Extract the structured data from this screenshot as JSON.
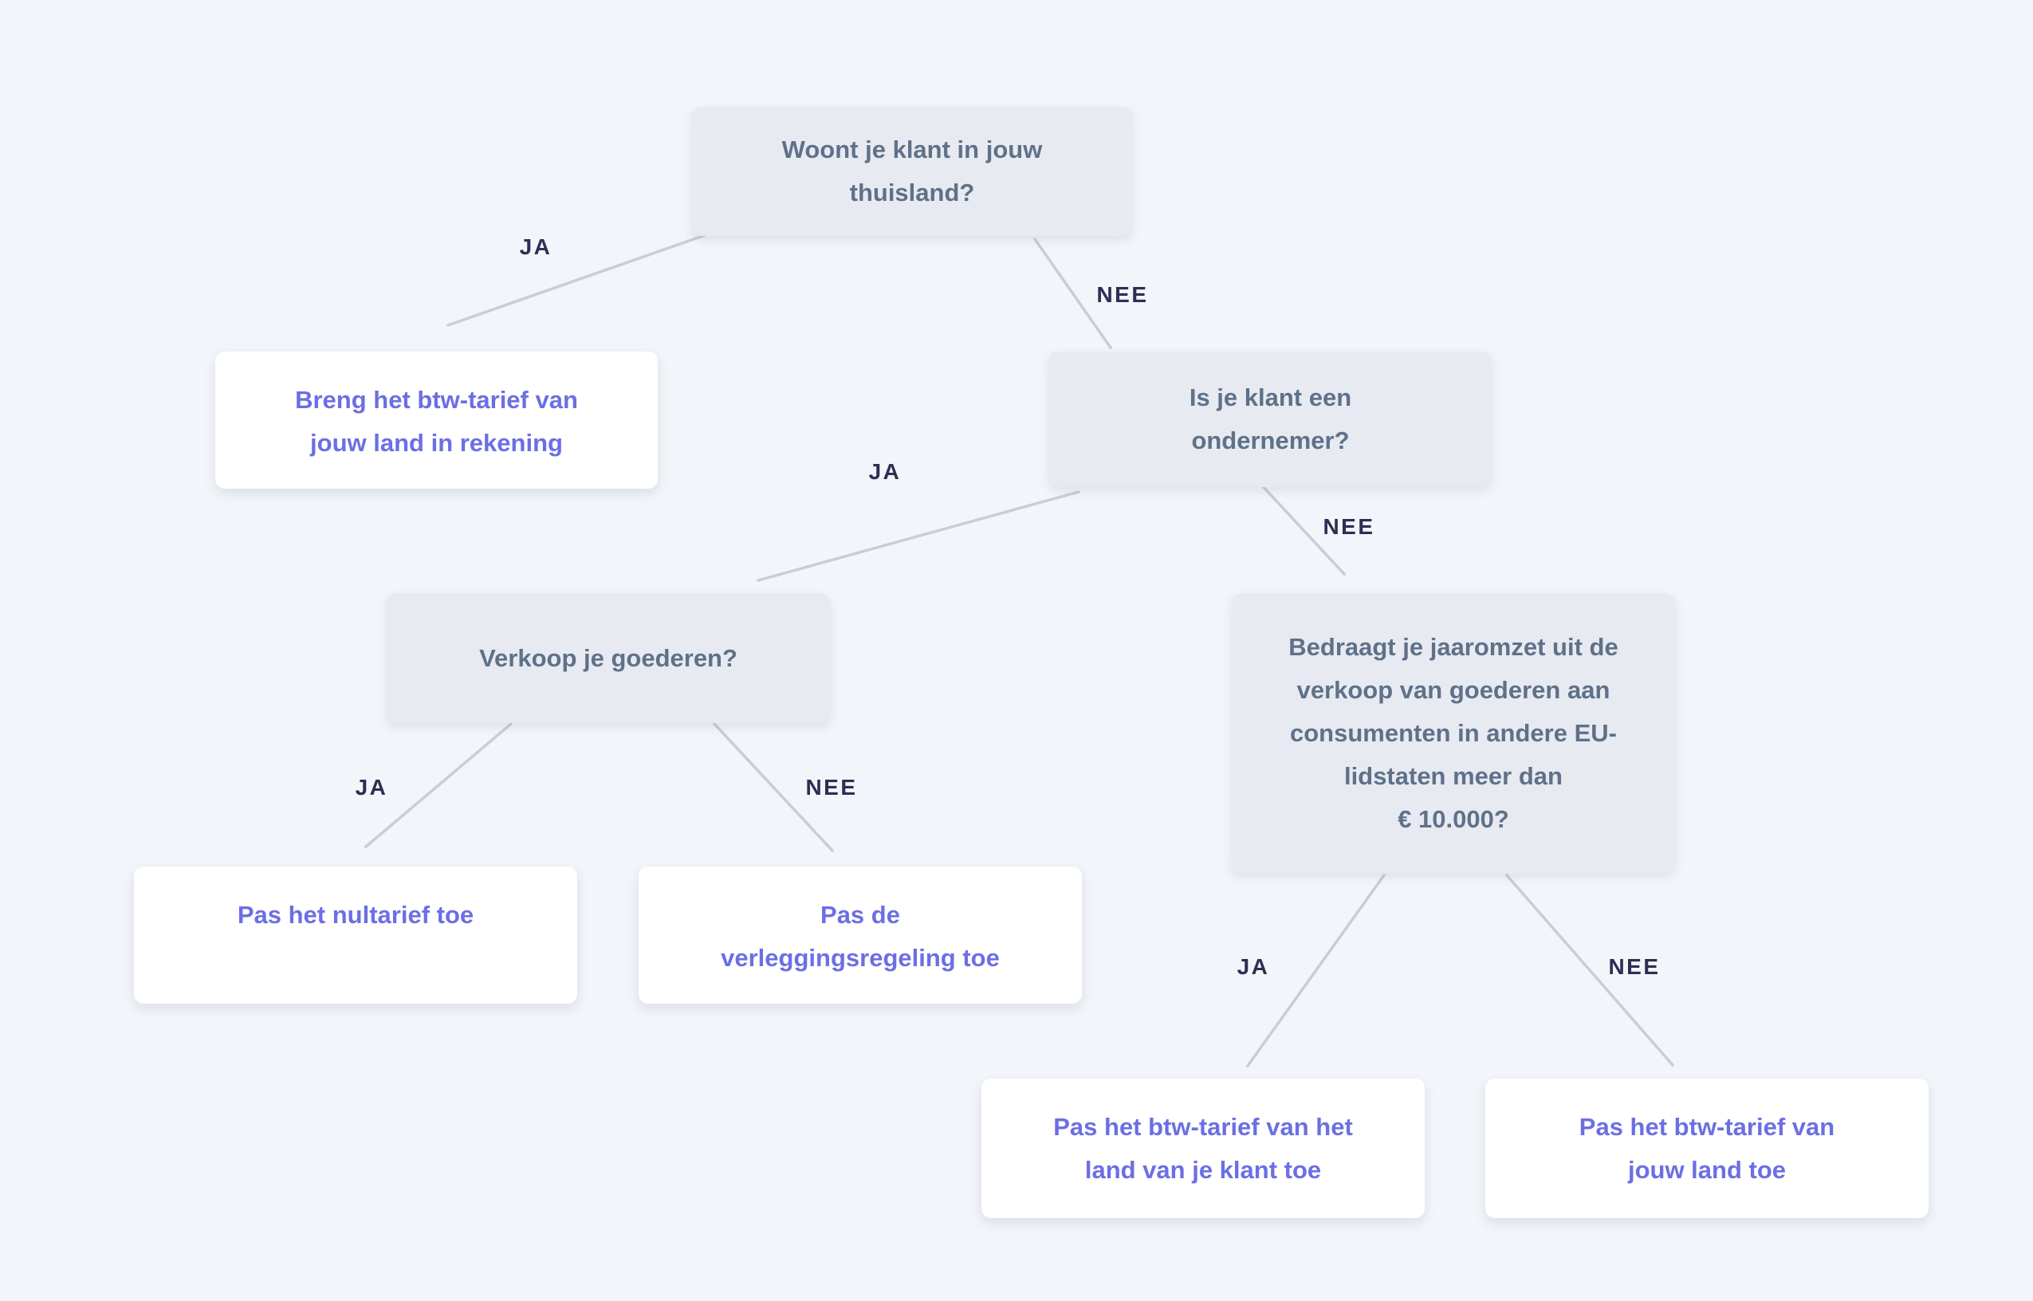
{
  "flowchart": {
    "language": "nl",
    "nodes": {
      "q1": {
        "kind": "question",
        "text": "Woont je klant in jouw\nthuisland?"
      },
      "a1": {
        "kind": "answer",
        "text": "Breng het btw-tarief van\njouw land in rekening"
      },
      "q2": {
        "kind": "question",
        "text": "Is je klant een\nondernemer?"
      },
      "q3": {
        "kind": "question",
        "text": "Verkoop je goederen?"
      },
      "q4": {
        "kind": "question",
        "text": "Bedraagt je jaaromzet uit de\nverkoop van goederen aan\nconsumenten in andere EU-\nlidstaten meer dan\n€ 10.000?"
      },
      "a2": {
        "kind": "answer",
        "text": "Pas het nultarief toe"
      },
      "a3": {
        "kind": "answer",
        "text": "Pas de\nverleggingsregeling toe"
      },
      "a4": {
        "kind": "answer",
        "text": "Pas het btw-tarief van het\nland van je klant toe"
      },
      "a5": {
        "kind": "answer",
        "text": "Pas het btw-tarief van\njouw land toe"
      }
    },
    "edges": {
      "e1": {
        "from": "q1",
        "to": "a1",
        "label": "JA"
      },
      "e2": {
        "from": "q1",
        "to": "q2",
        "label": "NEE"
      },
      "e3": {
        "from": "q2",
        "to": "q3",
        "label": "JA"
      },
      "e4": {
        "from": "q2",
        "to": "q4",
        "label": "NEE"
      },
      "e5": {
        "from": "q3",
        "to": "a2",
        "label": "JA"
      },
      "e6": {
        "from": "q3",
        "to": "a3",
        "label": "NEE"
      },
      "e7": {
        "from": "q4",
        "to": "a4",
        "label": "JA"
      },
      "e8": {
        "from": "q4",
        "to": "a5",
        "label": "NEE"
      }
    },
    "colors": {
      "background": "#f2f5f9",
      "question_box": "#e8eaf1",
      "question_text": "#5e7189",
      "answer_box": "#ffffff",
      "answer_text": "#6b6fe4",
      "edge_label_text": "#2e2d53",
      "arrow_line": "#c8cdd9"
    }
  }
}
